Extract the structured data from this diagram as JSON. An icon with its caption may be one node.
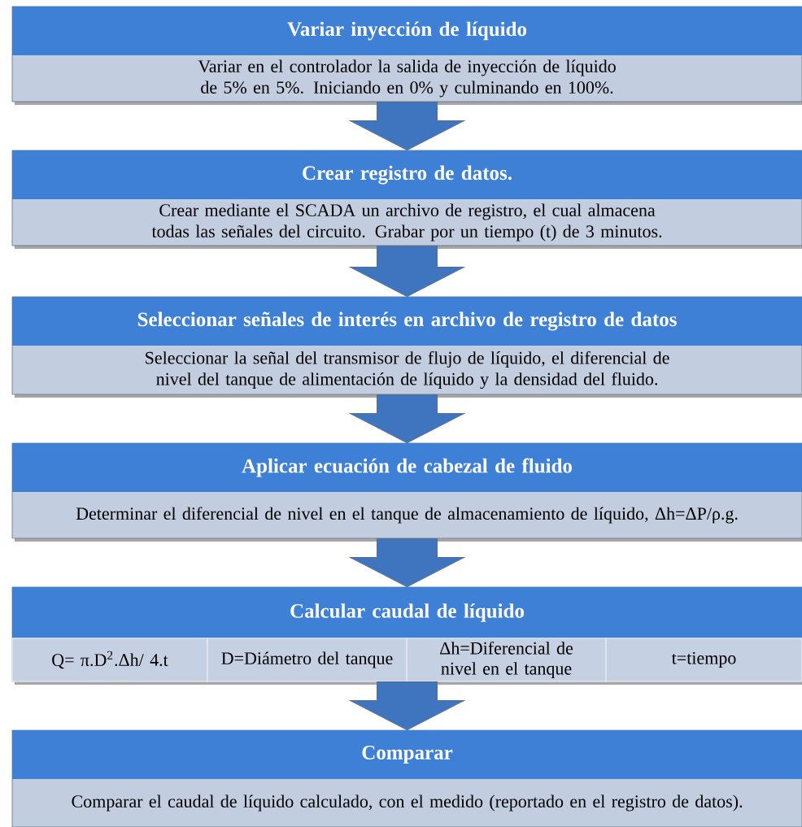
{
  "diagram": {
    "nodes": [
      {
        "text": [
          "Variar inyección de líquido",
          "Variar en el controlador la salida de inyección de líquido de 5% en 5%. Iniciando en 0% y culminando en 100%."
        ]
      },
      {
        "text": [
          "Crear registro de datos.",
          "Crear mediante el SCADA un archivo de registro, el cual almacena todas las señales del circuito. Grabar por un tiempo (t) de 3 minutos."
        ]
      },
      {
        "text": [
          "Seleccionar señales de interés en archivo de registro de datos",
          "Seleccionar la señal del transmisor de flujo de líquido, el diferencial de nivel del tanque de alimentación de líquido y la densidad del fluido."
        ]
      },
      {
        "text": [
          "Aplicar ecuación de cabezal de fluido",
          "Determinar el diferencial de nivel en el tanque de almacenamiento de líquido, Δh=ΔP/ρ.g."
        ]
      },
      {
        "text": [
          "Calcular caudal de líquido"
        ]
      },
      {
        "text": [
          "Q= π.D$^{2}$.Δh/ 4.t"
        ],
        "in": 4
      },
      {
        "text": [
          "D=Diámetro del tanque"
        ],
        "in": 4
      },
      {
        "text": [
          "Δh=Diferencial de nivel en el tanque"
        ],
        "in": 4
      },
      {
        "text": [
          "t=tiempo"
        ],
        "in": 4
      },
      {
        "text": [
          "Comparar",
          "Comparar el caudal de líquido calculado, con el medido (reportado en el registro de datos)."
        ]
      }
    ],
    "edges": [
      {
        "from": 0,
        "to": 1,
        "arrow": "to"
      },
      {
        "from": 1,
        "to": 2,
        "arrow": "to"
      },
      {
        "from": 2,
        "to": 3,
        "arrow": "to"
      },
      {
        "from": 3,
        "to": 4,
        "arrow": "to"
      },
      {
        "from": 4,
        "to": 9,
        "arrow": "to"
      }
    ]
  }
}
